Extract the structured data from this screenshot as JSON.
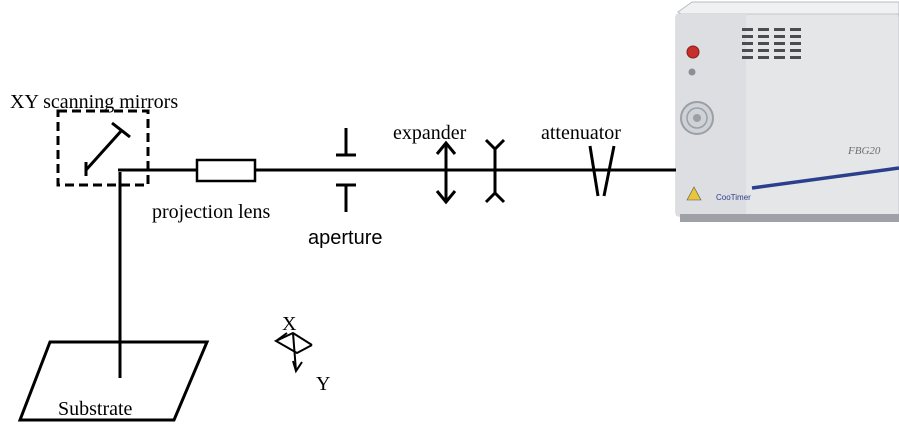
{
  "labels": {
    "scanning_mirrors": "XY scanning mirrors",
    "projection_lens": "projection lens",
    "aperture": "aperture",
    "expander": "expander",
    "attenuator": "attenuator",
    "substrate": "Substrate",
    "axis_x": "X",
    "axis_y": "Y",
    "laser_model": "FBG20",
    "laser_brand": "CooTimer"
  },
  "colors": {
    "ink": "#000000",
    "laser_body": "#e4e6e8",
    "laser_stripe": "#2c3f8c",
    "laser_button": "#c6302a"
  }
}
